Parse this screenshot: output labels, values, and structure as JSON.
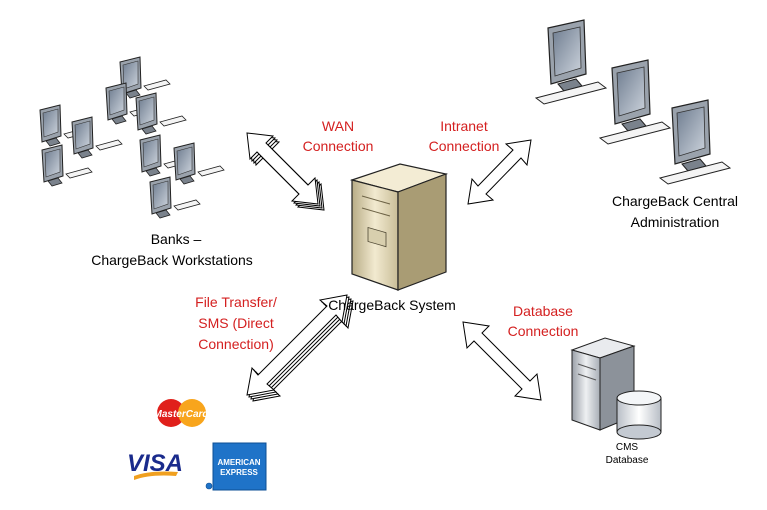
{
  "labels": {
    "banks_line1": "Banks –",
    "banks_line2": "ChargeBack Workstations",
    "central_line1": "ChargeBack Central",
    "central_line2": "Administration",
    "system": "ChargeBack System",
    "cms_line1": "CMS",
    "cms_line2": "Database"
  },
  "connections": {
    "wan_line1": "WAN",
    "wan_line2": "Connection",
    "intranet_line1": "Intranet",
    "intranet_line2": "Connection",
    "filetransfer_line1": "File Transfer/",
    "filetransfer_line2": "SMS (Direct",
    "filetransfer_line3": "Connection)",
    "database_line1": "Database",
    "database_line2": "Connection"
  },
  "logos": {
    "mastercard": "MasterCard",
    "visa": "VISA",
    "amex_line1": "AMERICAN",
    "amex_line2": "EXPRESS"
  },
  "colors": {
    "connection_label": "#d42020",
    "amex_blue": "#1f73c8",
    "visa_blue": "#1a2b8c",
    "visa_gold": "#f0a020",
    "mastercard_red": "#e0201b",
    "mastercard_orange": "#f8a51c"
  }
}
